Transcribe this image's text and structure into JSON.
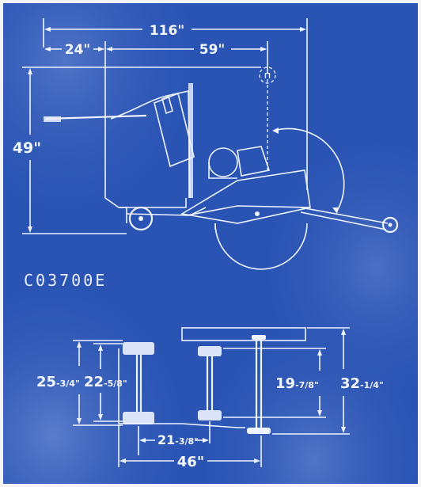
{
  "colors": {
    "blueprint": "#2a54b4",
    "line": "#eef3ff",
    "border": "#f4f4f4"
  },
  "side_view": {
    "overall_length": "116\"",
    "handle_length": "24\"",
    "mast_to_guard": "59\"",
    "height": "49\""
  },
  "model_code": "C03700E",
  "top_view": {
    "rear_track_outer": {
      "value": "25",
      "fraction": "-3/4\""
    },
    "rear_track_inner": {
      "value": "22",
      "fraction": "-5/8\""
    },
    "front_track": {
      "value": "19",
      "fraction": "-7/8\""
    },
    "overall_width": {
      "value": "32",
      "fraction": "-1/4\""
    },
    "axle_spacing": {
      "value": "21",
      "fraction": "-3/8\""
    },
    "wheelbase": "46\""
  }
}
